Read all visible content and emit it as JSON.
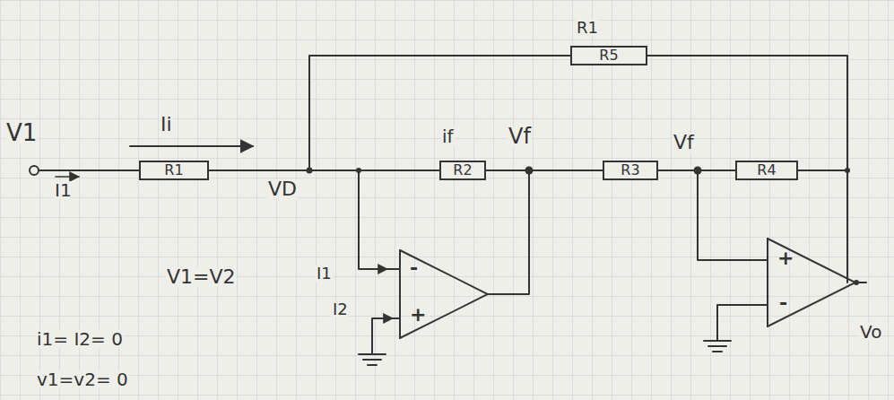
{
  "diagram": {
    "nodes": [
      {
        "text": [
          "R1"
        ]
      },
      {
        "text": [
          "R2"
        ]
      },
      {
        "text": [
          "R3"
        ]
      },
      {
        "text": [
          "R4"
        ]
      },
      {
        "text": [
          "R5"
        ]
      },
      {
        "text": [
          "-",
          "+"
        ]
      },
      {
        "text": [
          "+",
          "-"
        ]
      }
    ],
    "edges": [
      {
        "from": 0,
        "to": 1,
        "arrow": "none"
      },
      {
        "from": 1,
        "to": 2,
        "arrow": "none"
      },
      {
        "from": 2,
        "to": 3,
        "arrow": "none"
      }
    ],
    "labels": [
      "V1",
      "Ii",
      "I1",
      "VD",
      "if",
      "Vf",
      "R1",
      "Vf",
      "V1=V2",
      "I1",
      "I2",
      "Vo",
      "i1= I2= 0",
      "v1=v2= 0"
    ]
  }
}
